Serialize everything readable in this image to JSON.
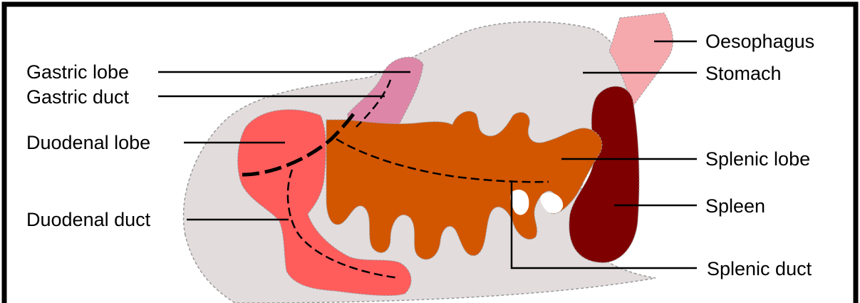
{
  "labels": {
    "oesophagus": "Oesophagus",
    "stomach": "Stomach",
    "gastric_lobe": "Gastric lobe",
    "gastric_duct": "Gastric duct",
    "duodenal_lobe": "Duodenal lobe",
    "splenic_lobe": "Splenic lobe",
    "spleen": "Spleen",
    "duodenal_duct": "Duodenal duct",
    "splenic_duct": "Splenic duct"
  },
  "colors": {
    "stomach": "#e2dcdd",
    "oesophagus": "#f6a9ad",
    "gastric_lobe": "#de86a8",
    "duodenal_lobe": "#ff5c5c",
    "splenic_lobe": "#d25500",
    "spleen": "#7e0000",
    "border": "#000000",
    "outline": "#9a9a9a"
  }
}
